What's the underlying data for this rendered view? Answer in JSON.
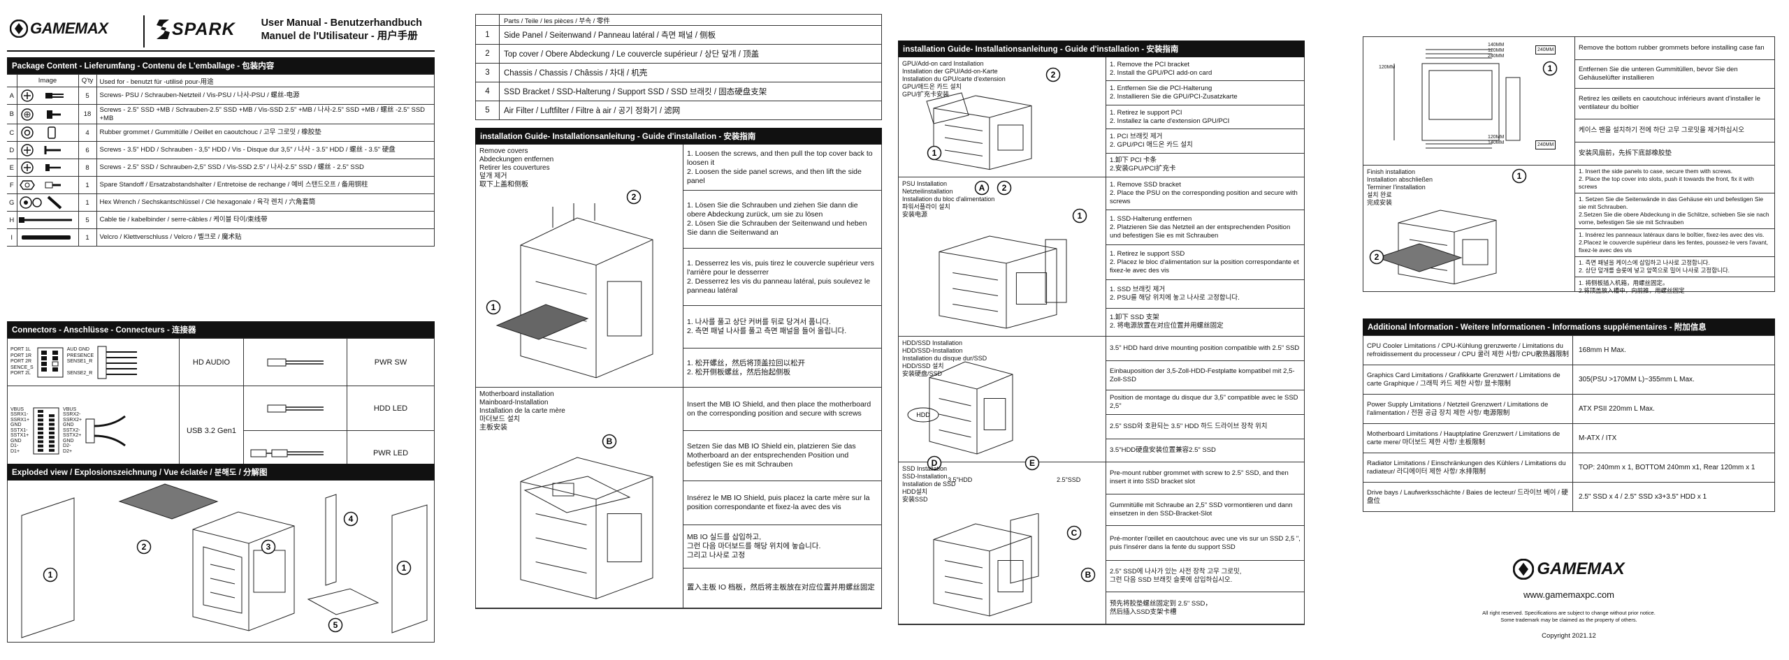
{
  "brand": {
    "gamemax": "GAMEMAX",
    "spark": "SPARK",
    "manual_title_1": "User Manual - Benutzerhandbuch",
    "manual_title_2": "Manuel de l'Utilisateur - 用户手册",
    "website": "www.gamemaxpc.com",
    "rights": "All right reserved. Specifications are subject to change without prior notice. Some trademark may be claimed as the property of others.",
    "copyright": "Copyright 2021.12"
  },
  "package": {
    "title": "Package Content - Lieferumfang - Contenu de L'emballage - 包装内容",
    "col_image": "Image",
    "col_qty": "Q'ty",
    "col_used": "Used for - benutzt für -utilisé pour-用途",
    "rows": [
      {
        "letter": "A",
        "qty": "5",
        "text": "Screws- PSU / Schrauben-Netzteil / Vis-PSU / 나사-PSU / 螺丝-电源"
      },
      {
        "letter": "B",
        "qty": "18",
        "text": "Screws - 2.5\" SSD +MB / Schrauben-2.5\" SSD +MB / Vis-SSD 2.5\" +MB / 나사-2.5\" SSD +MB / 螺丝 -2.5\" SSD +MB"
      },
      {
        "letter": "C",
        "qty": "4",
        "text": "Rubber grommet / Gummitülle / Oeillet en caoutchouc / 고무 그로밋 / 橡胶垫"
      },
      {
        "letter": "D",
        "qty": "6",
        "text": "Screws - 3.5\" HDD / Schrauben - 3,5\" HDD / Vis - Disque dur 3,5\" / 나사 - 3.5\" HDD / 螺丝 - 3.5\" 硬盘"
      },
      {
        "letter": "E",
        "qty": "8",
        "text": "Screws - 2.5\" SSD / Schrauben-2,5\" SSD / Vis-SSD 2.5\" / 나사-2.5\" SSD / 螺丝 - 2.5\" SSD"
      },
      {
        "letter": "F",
        "qty": "1",
        "text": "Spare Standoff / Ersatzabstandshalter / Entretoise de rechange / 예비 스탠드오프 / 备用铜柱"
      },
      {
        "letter": "G",
        "qty": "1",
        "text": "Hex Wrench / Sechskantschlüssel / Clé hexagonale / 육각 렌치 / 六角套筒"
      },
      {
        "letter": "H",
        "qty": "5",
        "text": "Cable tie / kabelbinder / serre-câbles / 케이블 타이/束线带"
      },
      {
        "letter": "I",
        "qty": "1",
        "text": "Velcro / Klettverschluss / Velcro / 벨크로 / 魔术贴"
      }
    ]
  },
  "connectors": {
    "title": "Connectors - Anschlüsse - Connecteurs - 连接器",
    "hd_audio": "HD AUDIO",
    "usb": "USB 3.2 Gen1",
    "pwr_sw": "PWR SW",
    "hdd_led": "HDD LED",
    "pwr_led": "PWR LED",
    "audio_pins_left": [
      "PORT 1L",
      "PORT 1R",
      "PORT 2R",
      "SENCE_S",
      "PORT 2L"
    ],
    "audio_pins_right": [
      "AUD GND",
      "PRESENCE",
      "SENSE1_R",
      "",
      "SENSE2_R"
    ],
    "usb_pins_left": [
      "VBUS",
      "SSRX1-",
      "SSRX1+",
      "GND",
      "SSTX1-",
      "SSTX1+",
      "GND",
      "D1-",
      "D1+"
    ],
    "usb_pins_right": [
      "VBUS",
      "SSRX2-",
      "SSRX2+",
      "GND",
      "SSTX2-",
      "SSTX2+",
      "GND",
      "D2-",
      "D2+"
    ]
  },
  "exploded": {
    "title": "Exploded view / Explosionszeichnung / Vue éclatée / 분해도 / 分解图"
  },
  "parts": {
    "header": "Parts / Teile / les pièces / 부속 / 零件",
    "rows": [
      {
        "n": "1",
        "text": "Side Panel / Seitenwand / Panneau latéral / 측면 패널 / 侧板"
      },
      {
        "n": "2",
        "text": "Top cover / Obere Abdeckung / Le couvercle supérieur / 상단 덮개 / 顶盖"
      },
      {
        "n": "3",
        "text": "Chassis / Chassis / Châssis / 차대 / 机壳"
      },
      {
        "n": "4",
        "text": "SSD Bracket / SSD-Halterung / Support SSD / SSD 브래킷 / 固态硬盘支架"
      },
      {
        "n": "5",
        "text": "Air Filter / Luftfilter / Filtre à air / 공기 정화기 / 滤网"
      }
    ]
  },
  "guide_title": "installation Guide- Installationsanleitung - Guide d'installation - 安装指南",
  "guide1": [
    {
      "labels": [
        "Remove covers",
        "Abdeckungen entfernen",
        "Retirer les couvertures",
        "덮개 제거",
        "取下上盖和侧板"
      ],
      "cells": [
        [
          "1. Loosen the screws, and then pull the top cover back to loosen it",
          "2. Loosen the side panel screws, and then lift the side panel"
        ],
        [
          "1. Lösen Sie die Schrauben und ziehen Sie dann die obere Abdeckung zurück, um sie zu lösen",
          "2. Lösen Sie die Schrauben der Seitenwand und heben Sie dann die Seitenwand an"
        ],
        [
          "1. Desserrez les vis, puis tirez le couvercle supérieur vers l'arrière pour le desserrer",
          "2. Desserrez les vis du panneau latéral, puis soulevez le panneau latéral"
        ],
        [
          "1. 나사를 풀고 상단 커버를 뒤로 당겨서 풉니다.",
          "2. 측면 패널 나사를 풀고 측면 패널을 들어 올립니다."
        ],
        [
          "1. 松开螺丝，然后将顶盖拉回以松开",
          "2. 松开侧板螺丝，然后抬起侧板"
        ]
      ]
    },
    {
      "labels": [
        "Motherboard installation",
        "Mainboard-Installation",
        "Installation de la carte mère",
        "마더보드 설치",
        "主板安装"
      ],
      "cells": [
        [
          "Insert the MB IO Shield, and then place the motherboard on the corresponding position and secure with screws"
        ],
        [
          "Setzen Sie das MB IO Shield ein, platzieren Sie das Motherboard an der entsprechenden Position und befestigen Sie es mit Schrauben"
        ],
        [
          "Insérez le MB IO Shield, puis placez la carte mère sur la position correspondante et fixez-la avec des vis"
        ],
        [
          "MB IO 실드를 삽입하고,",
          "그런 다음 마더보드를 해당 위치에 놓습니다.",
          "그리고 나사로 고정"
        ],
        [
          "置入主板 IO 档板，然后将主板放在对应位置并用螺丝固定"
        ]
      ]
    }
  ],
  "guide2": [
    {
      "labels": [
        "GPU/Add-on card Installation",
        "Installation der GPU/Add-on-Karte",
        "Installation du GPU/carte d'extension",
        "GPU/애드온 카드 설치",
        "GPU/扩充卡安装"
      ],
      "cells": [
        [
          "1. Remove the PCI bracket",
          "2. Install the GPU/PCI add-on card"
        ],
        [
          "1. Entfernen Sie die PCI-Halterung",
          "2. Installieren Sie die GPU/PCI-Zusatzkarte"
        ],
        [
          "1. Retirez le support PCI",
          "2. Installez la carte d'extension GPU/PCI"
        ],
        [
          "1. PCI 브래킷 제거",
          "2. GPU/PCI 애드온 카드 설치"
        ],
        [
          "1.卸下 PCI 卡条",
          "2.安装GPU/PCI扩充卡"
        ]
      ]
    },
    {
      "labels": [
        "PSU Installation",
        "Netzteilinstallation",
        "Installation du bloc d'alimentation",
        "파워서플라이 설치",
        "安装电源"
      ],
      "cells": [
        [
          "1. Remove SSD bracket",
          "2. Place the PSU on the corresponding position and secure with screws"
        ],
        [
          "1. SSD-Halterung entfernen",
          "2. Platzieren Sie das Netzteil an der entsprechenden Position und befestigen Sie es mit Schrauben"
        ],
        [
          "1. Retirez le support SSD",
          "2. Placez le bloc d'alimentation sur la position correspondante et fixez-le avec des vis"
        ],
        [
          "1. SSD 브래킷 제거",
          "2. PSU를 해당 위치에 놓고 나사로 고정합니다."
        ],
        [
          "1.卸下 SSD 支架",
          "2. 将电源放置在对应位置并用螺丝固定"
        ]
      ]
    },
    {
      "labels": [
        "HDD/SSD Installation",
        "HDD/SSD-Installation",
        "Installation du disque dur/SSD",
        "HDD/SSD 설치",
        "安装硬盘/SSD"
      ],
      "hdd_label": "HDD",
      "size_35": "3.5\"HDD",
      "size_25": "2.5\"SSD",
      "cells": [
        [
          "3.5\" HDD hard drive mounting position compatible with 2.5\" SSD"
        ],
        [
          "Einbauposition der 3,5-Zoll-HDD-Festplatte kompatibel mit 2,5-Zoll-SSD"
        ],
        [
          "Position de montage du disque dur 3,5\" compatible avec le SSD 2,5\""
        ],
        [
          "2.5\" SSD와 호환되는 3.5\" HDD 하드 드라이브 장착 위치"
        ],
        [
          "3.5\"HDD硬盘安装位置兼容2.5\" SSD"
        ]
      ]
    },
    {
      "labels": [
        "SSD Installation",
        "SSD-Installation",
        "Installation de SSD",
        "HDD설치",
        "安装SSD"
      ],
      "cells": [
        [
          "Pre-mount rubber grommet with screw to 2.5\" SSD, and then insert it into SSD bracket slot"
        ],
        [
          "Gummitülle mit Schraube an 2,5\" SSD vormontieren und dann einsetzen in den SSD-Bracket-Slot"
        ],
        [
          "Pré-monter l'œillet en caoutchouc avec une vis sur un SSD 2,5 \", puis l'insérer dans la fente du support SSD"
        ],
        [
          "2.5\" SSD에 나사가 있는 사전 장착 고무 그로밋,",
          "그런 다음 SSD 브래킷 슬롯에 삽입하십시오."
        ],
        [
          "预先将胶垫螺丝固定到 2.5\" SSD，",
          "然后插入SSD支架卡槽"
        ]
      ]
    }
  ],
  "guide3": [
    {
      "dims": [
        "140MM",
        "120MM",
        "240MM",
        "120MM",
        "120MM",
        "140MM",
        "240MM",
        "240MM"
      ],
      "cells": [
        [
          "Remove the bottom rubber grommets before installing case fan"
        ],
        [
          "Entfernen Sie die unteren Gummitüllen, bevor Sie den Gehäuselüfter installieren"
        ],
        [
          "Retirez les œillets en caoutchouc inférieurs avant d'installer le ventilateur du boîtier"
        ],
        [
          "케이스 팬을 설치하기 전에 하단 고무 그로밋을 제거하십시오"
        ],
        [
          "安装风扇前，先拆下底部橡胶垫"
        ]
      ]
    },
    {
      "labels": [
        "Finish installation",
        "Installation abschließen",
        "Terminer l'installation",
        "설치 완료",
        "完成安装"
      ],
      "cells": [
        [
          "1. Insert the side panels to case, secure them with screws.",
          "2. Place the top cover into slots, push it towards the front, fix it with screws"
        ],
        [
          "1. Setzen Sie die Seitenwände in das Gehäuse ein und befestigen Sie sie mit Schrauben.",
          "2.Setzen Sie die obere Abdeckung in die Schlitze, schieben Sie sie nach vorne, befestigen Sie sie mit Schrauben"
        ],
        [
          "1. Insérez les panneaux latéraux dans le boîtier, fixez-les avec des vis.",
          "2.Placez le couvercle supérieur dans les fentes, poussez-le vers l'avant, fixez-le avec des vis"
        ],
        [
          "1. 측면 패널을 케이스에 삽입하고 나사로 고정합니다.",
          "2. 상단 덮개를 슬롯에 넣고 앞쪽으로 밀어 나사로 고정합니다."
        ],
        [
          "1. 将侧板插入机箱，用螺丝固定。",
          "2.将顶盖放入槽中，向前推，用螺丝固定"
        ]
      ]
    }
  ],
  "additional": {
    "title": "Additional Information - Weitere Informationen - Informations supplémentaires - 附加信息",
    "rows": [
      {
        "label": "CPU Cooler Limitations / CPU-Kühlung grenzwerte / Limitations du refroidissement du processeur / CPU 쿨러 제한 사항/ CPU散热器限制",
        "value": "168mm H Max."
      },
      {
        "label": "Graphics Card Limitations / Grafikkarte Grenzwert / Limitations de carte Graphique / 그래픽 카드 제한 사항/ 显卡限制",
        "value": "305(PSU >170MM L)~355mm L Max."
      },
      {
        "label": "Power Supply Limitations / Netzteil Grenzwert / Limitations de l'alimentation / 전원 공급 장치 제한 사항/ 电源限制",
        "value": "ATX PSII 220mm L Max."
      },
      {
        "label": "Motherboard Limitations / Hauptplatine Grenzwert / Limitations de carte mere/ 마더보드 제한 사항/ 主板限制",
        "value": "M-ATX / ITX"
      },
      {
        "label": "Radiator Limitations / Einschränkungen des Kühlers / Limitations du radiateur/ 라디에이터 제한 사항/ 水排限制",
        "value": "TOP: 240mm x 1, BOTTOM 240mm x1, Rear 120mm x 1"
      },
      {
        "label": "Drive bays / Laufwerksschächte / Baies de lecteur/ 드라이브 베이 / 硬盘位",
        "value": "2.5\" SSD x 4   /   2.5\" SSD x3+3.5\" HDD x 1"
      }
    ]
  },
  "icons": {
    "callout": "numbered-callout-icon",
    "arrow": "arrow-icon",
    "screw": "screw-icon"
  },
  "callouts": {
    "c1": "1",
    "c2": "2",
    "c3": "3",
    "c4": "4",
    "c5": "5",
    "A": "A",
    "B": "B",
    "C": "C",
    "D": "D",
    "E": "E"
  }
}
